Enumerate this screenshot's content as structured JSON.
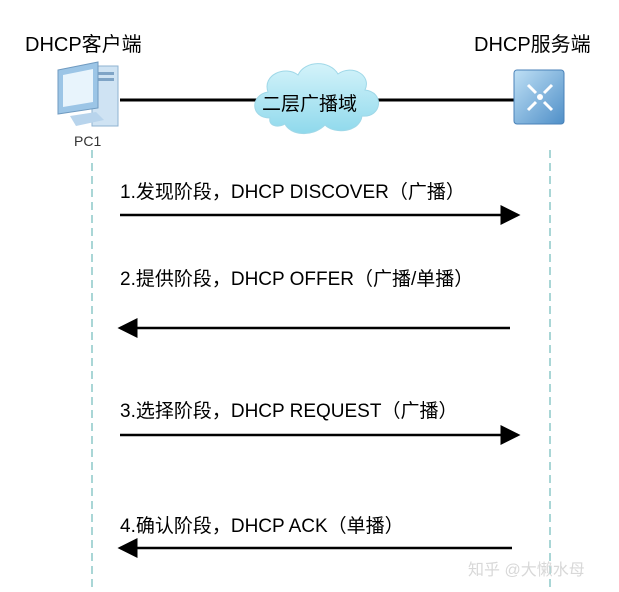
{
  "client": {
    "title": "DHCP客户端",
    "device_label": "PC1",
    "icon": "pc-icon"
  },
  "server": {
    "title": "DHCP服务端",
    "icon": "switch-icon"
  },
  "network": {
    "label": "二层广播域",
    "icon": "cloud-icon"
  },
  "messages": [
    {
      "label": "1.发现阶段，DHCP DISCOVER（广播）",
      "direction": "right"
    },
    {
      "label": "2.提供阶段，DHCP OFFER（广播/单播）",
      "direction": "left"
    },
    {
      "label": "3.选择阶段，DHCP REQUEST（广播）",
      "direction": "right"
    },
    {
      "label": "4.确认阶段，DHCP ACK（单播）",
      "direction": "left"
    }
  ],
  "watermark": "知乎 @大懒水母",
  "colors": {
    "lifeline": "#a9d6d6",
    "cloud": "#a8e4f2",
    "line": "#000000"
  }
}
